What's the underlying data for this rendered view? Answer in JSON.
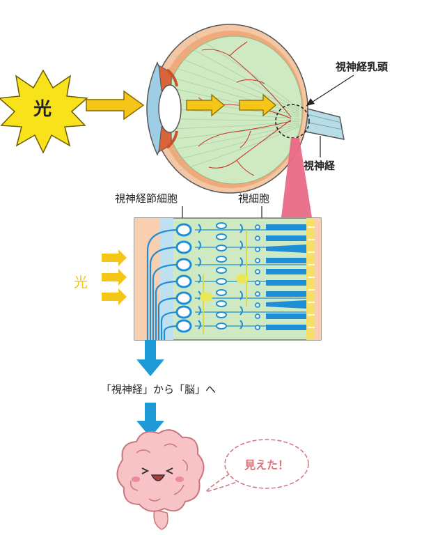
{
  "labels": {
    "light_star": "光",
    "optic_disc": "視神経乳頭",
    "optic_nerve": "視神経",
    "ganglion_cell": "視神経節細胞",
    "photoreceptor": "視細胞",
    "light_side": "光",
    "path_caption": "「視神経」から「脳」へ",
    "speech": "見えた！"
  },
  "colors": {
    "star_fill": "#f7e21b",
    "arrow_fill": "#f5c518",
    "retina_green": "#cfe9c3",
    "vessel_red": "#c63b2b",
    "cell_blue": "#1e8fd6",
    "retina_peach": "#f8cfb0",
    "pink_beam": "#e96a86",
    "brain_pink": "#f7c3c7",
    "brain_outline": "#c9767e",
    "path_arrow": "#1e9ad6",
    "bubble_text": "#e2707a"
  }
}
